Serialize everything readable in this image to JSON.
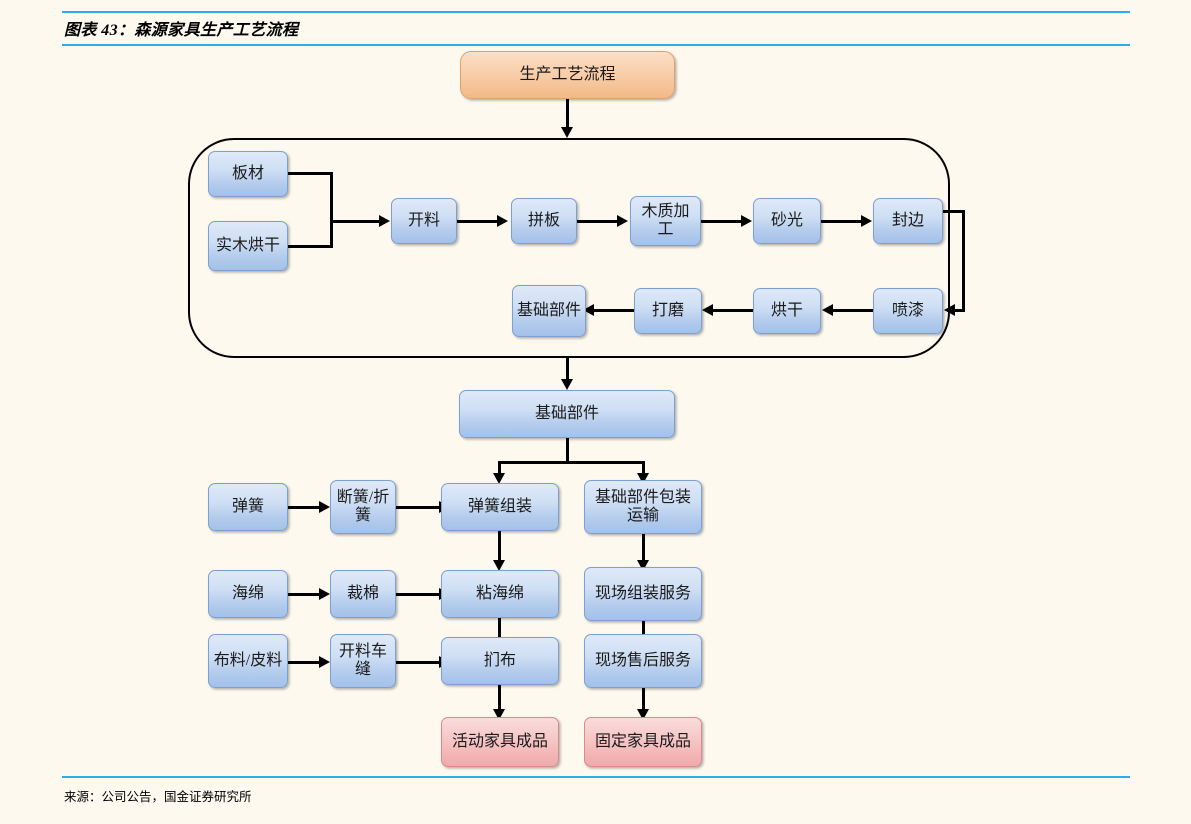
{
  "header": {
    "title": "图表 43：森源家具生产工艺流程"
  },
  "footer": {
    "source": "来源：公司公告，国金证券研究所"
  },
  "colors": {
    "background": "#fdf9ef",
    "rule": "#2badea",
    "node_blue_fill": "#b4cced",
    "node_blue_border": "#7ba0d2",
    "node_orange_fill": "#f3b987",
    "node_orange_border": "#e0a26c",
    "node_red_fill": "#f1a9a9",
    "node_red_border": "#d98b8b",
    "connector": "#000000"
  },
  "diagram": {
    "type": "flowchart",
    "root": {
      "label": "生产工艺流程",
      "style": "orange"
    },
    "stage_container": {
      "label": ""
    },
    "wood_stage": {
      "inputs": [
        {
          "label": "板材",
          "style": "blue"
        },
        {
          "label": "实木烘干",
          "style": "blue"
        }
      ],
      "row1": [
        {
          "label": "开料",
          "style": "blue"
        },
        {
          "label": "拼板",
          "style": "blue"
        },
        {
          "label": "木质加工",
          "style": "blue"
        },
        {
          "label": "砂光",
          "style": "blue"
        },
        {
          "label": "封边",
          "style": "blue"
        }
      ],
      "row2": [
        {
          "label": "喷漆",
          "style": "blue"
        },
        {
          "label": "烘干",
          "style": "blue"
        },
        {
          "label": "打磨",
          "style": "blue"
        },
        {
          "label": "基础部件",
          "style": "blue"
        }
      ]
    },
    "hub": {
      "label": "基础部件",
      "style": "blue"
    },
    "assembly": {
      "rows": [
        {
          "material": {
            "label": "弹簧",
            "style": "blue"
          },
          "prep": {
            "label": "断簧/折簧",
            "style": "blue"
          },
          "main": {
            "label": "弹簧组装",
            "style": "blue"
          }
        },
        {
          "material": {
            "label": "海绵",
            "style": "blue"
          },
          "prep": {
            "label": "裁棉",
            "style": "blue"
          },
          "main": {
            "label": "粘海绵",
            "style": "blue"
          }
        },
        {
          "material": {
            "label": "布料/皮料",
            "style": "blue"
          },
          "prep": {
            "label": "开料车缝",
            "style": "blue"
          },
          "main": {
            "label": "扪布",
            "style": "blue"
          }
        }
      ],
      "output": {
        "label": "活动家具成品",
        "style": "red"
      }
    },
    "delivery": {
      "steps": [
        {
          "label": "基础部件包装运输",
          "style": "blue"
        },
        {
          "label": "现场组装服务",
          "style": "blue"
        },
        {
          "label": "现场售后服务",
          "style": "blue"
        }
      ],
      "output": {
        "label": "固定家具成品",
        "style": "red"
      }
    }
  }
}
